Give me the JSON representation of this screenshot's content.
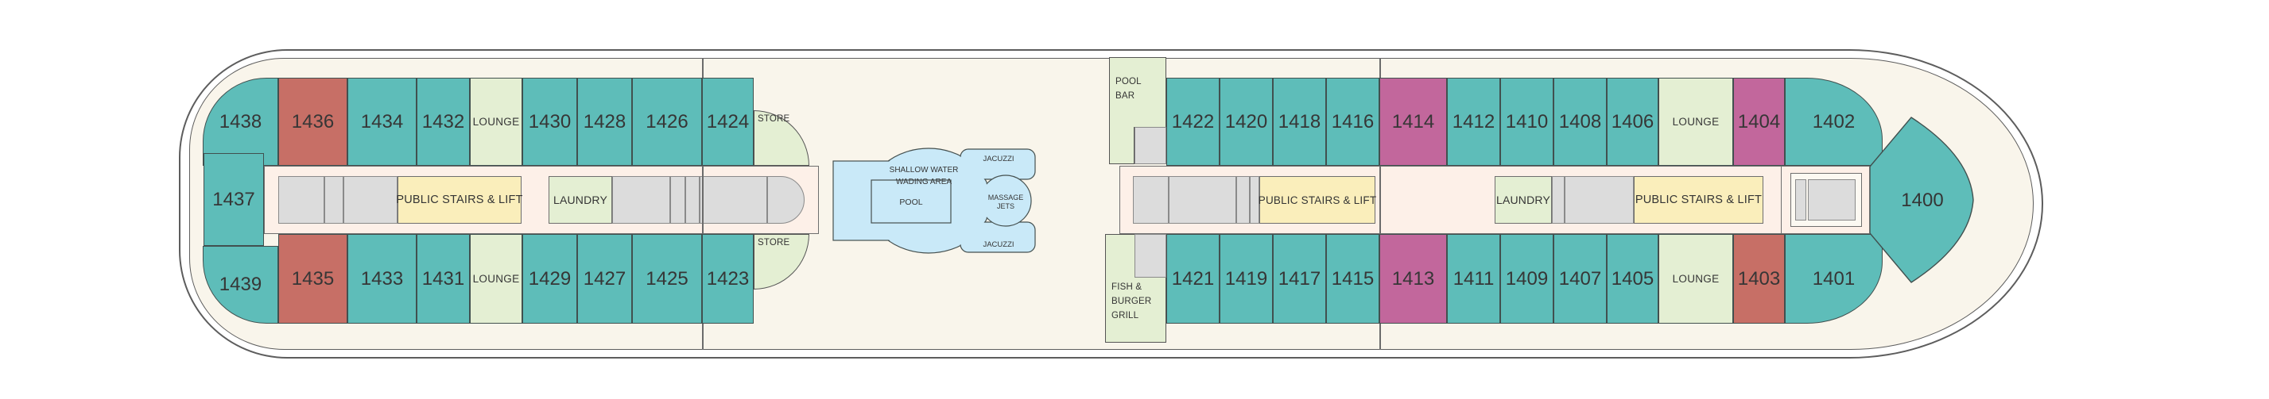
{
  "deck": {
    "cabins": {
      "left_top": [
        "1438",
        "1436",
        "1434",
        "1432",
        "1430",
        "1428",
        "1426",
        "1424"
      ],
      "left_mid": "1437",
      "left_bottom": [
        "1439",
        "1435",
        "1433",
        "1431",
        "1429",
        "1427",
        "1425",
        "1423"
      ],
      "right_top": [
        "1422",
        "1420",
        "1418",
        "1416",
        "1414",
        "1412",
        "1410",
        "1408",
        "1406",
        "1404",
        "1402"
      ],
      "right_bottom": [
        "1421",
        "1419",
        "1417",
        "1415",
        "1413",
        "1411",
        "1409",
        "1407",
        "1405",
        "1403",
        "1401"
      ],
      "bow": "1400"
    },
    "labels": {
      "lounge": "LOUNGE",
      "store": "STORE",
      "laundry": "LAUNDRY",
      "public_stairs_lift": "PUBLIC STAIRS & LIFT",
      "pool_bar_l1": "POOL",
      "pool_bar_l2": "BAR",
      "grill_l1": "FISH &",
      "grill_l2": "BURGER",
      "grill_l3": "GRILL",
      "wading_l1": "SHALLOW WATER",
      "wading_l2": "WADING AREA",
      "pool": "POOL",
      "jacuzzi": "JACUZZI",
      "massage_l1": "MASSAGE",
      "massage_l2": "JETS"
    },
    "colors": {
      "cabin_teal": "#5ebdb9",
      "cabin_red": "#c76f66",
      "cabin_pink": "#c2679c",
      "venue_green": "#e4efd3",
      "stairs_yellow": "#faeebb",
      "corridor_pink": "#fdf0e8",
      "block_gray": "#dcdcdc",
      "pool_blue": "#c9e9f8",
      "hull_cream": "#f9f5eb"
    }
  }
}
